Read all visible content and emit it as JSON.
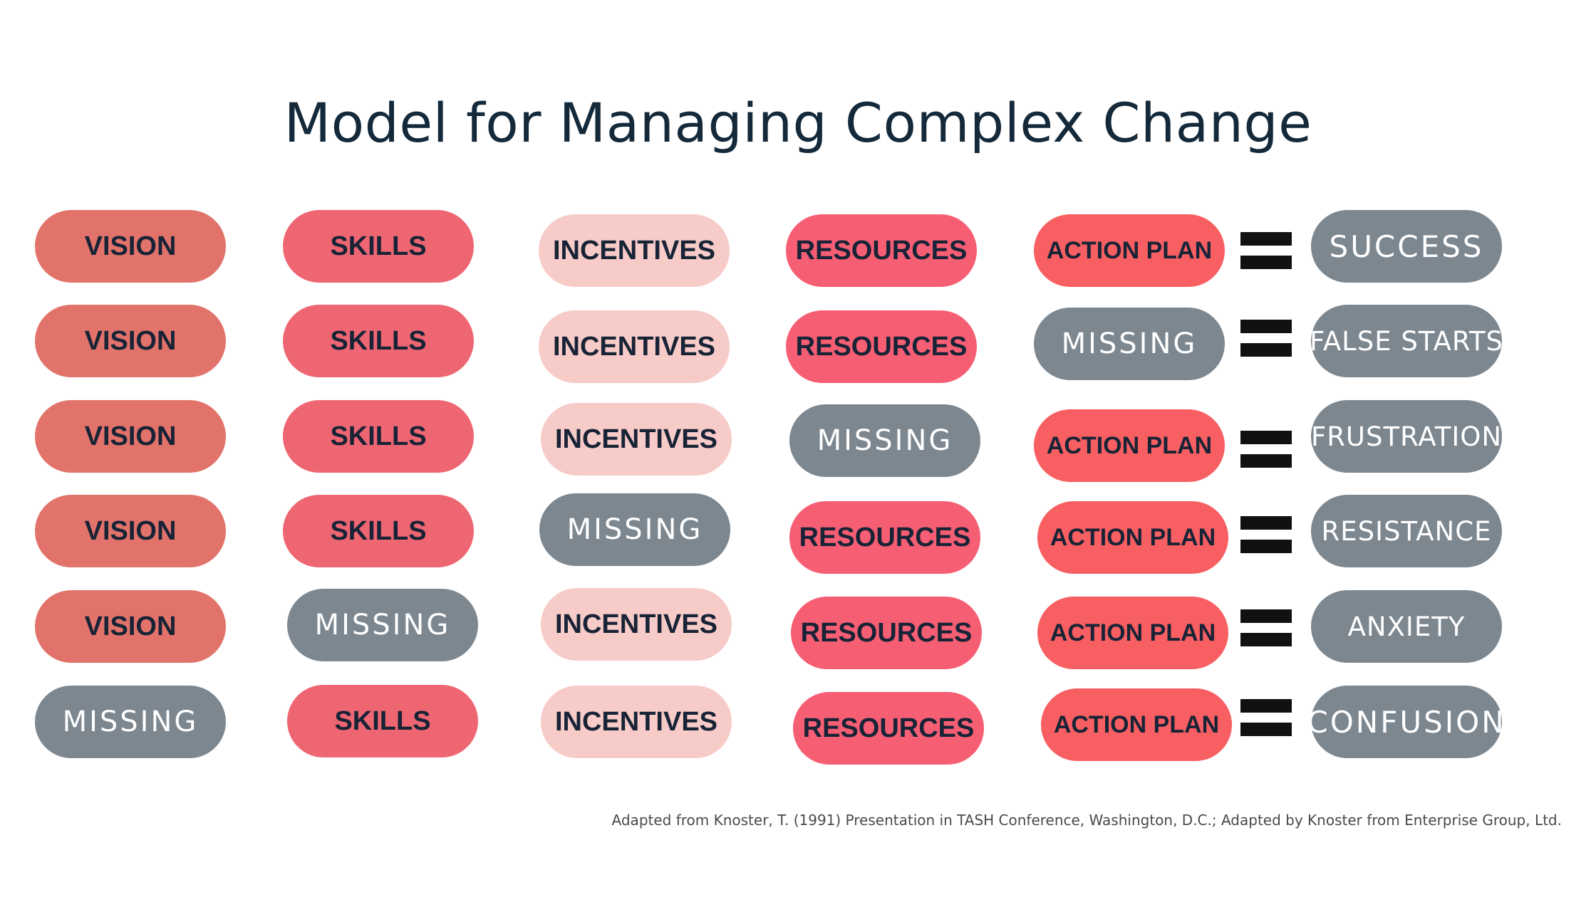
{
  "title": "Model for Managing Complex Change",
  "labels": {
    "vision": "VISION",
    "skills": "SKILLS",
    "incentives": "INCENTIVES",
    "resources": "RESOURCES",
    "action_plan": "ACTION PLAN",
    "missing": "MISSING"
  },
  "outcomes": [
    "SUCCESS",
    "FALSE STARTS",
    "FRUSTRATION",
    "RESISTANCE",
    "ANXIETY",
    "CONFUSION"
  ],
  "footnote": "Adapted from Knoster, T. (1991) Presentation in TASH Conference, Washington, D.C.; Adapted by Knoster from Enterprise Group, Ltd.",
  "colors": {
    "vision": "#e2736b",
    "skills": "#ef6673",
    "incentives": "#f7cbc8",
    "resources": "#f65e74",
    "action_plan": "#f85f62",
    "missing": "#7d8790",
    "title": "#14293a"
  }
}
